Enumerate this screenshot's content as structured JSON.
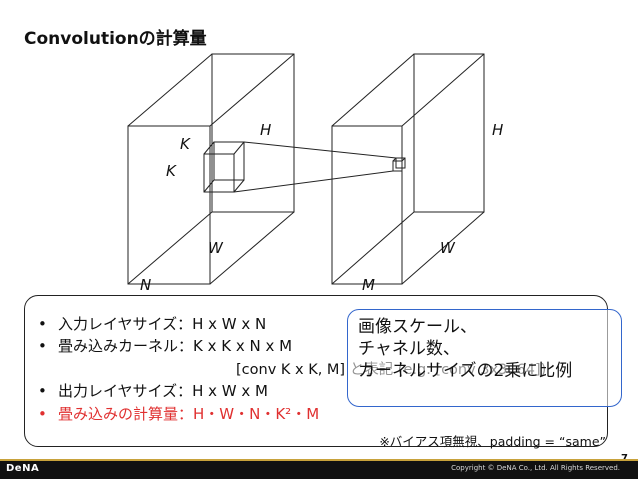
{
  "slide": {
    "title": "Convolutionの計算量",
    "page_number": "7"
  },
  "diagram": {
    "input_labels": {
      "kernel_top": "K",
      "kernel_side": "K",
      "height": "H",
      "width": "W",
      "channels": "N"
    },
    "output_labels": {
      "height": "H",
      "width": "W",
      "channels": "M"
    }
  },
  "summary": {
    "bullets": [
      {
        "label": "入力レイヤサイズ：",
        "value": "H x W x N",
        "highlight": false
      },
      {
        "label": "畳み込みカーネル：",
        "value": "K x K x N x M",
        "highlight": false
      },
      {
        "label": "出力レイヤサイズ：",
        "value": "H x W x M",
        "highlight": false
      },
      {
        "label": "畳み込みの計算量：",
        "value": "H・W・N・K²・M",
        "highlight": true
      }
    ],
    "notation": "[conv K x K, M] と表記 (e.g. [conv 3x3, 64])",
    "footnote": "※バイアス項無視、padding = “same”"
  },
  "callout": {
    "lines": [
      "画像スケール、",
      "チャネル数、",
      "カーネルサイズの2乗に比例"
    ]
  },
  "footer": {
    "logo": "DeNA",
    "copyright": "Copyright © DeNA Co., Ltd. All Rights Reserved."
  },
  "colors": {
    "highlight_red": "#e03030",
    "callout_border": "#3366cc",
    "footer_bg": "#111111",
    "footer_rule": "#c8a23b"
  }
}
